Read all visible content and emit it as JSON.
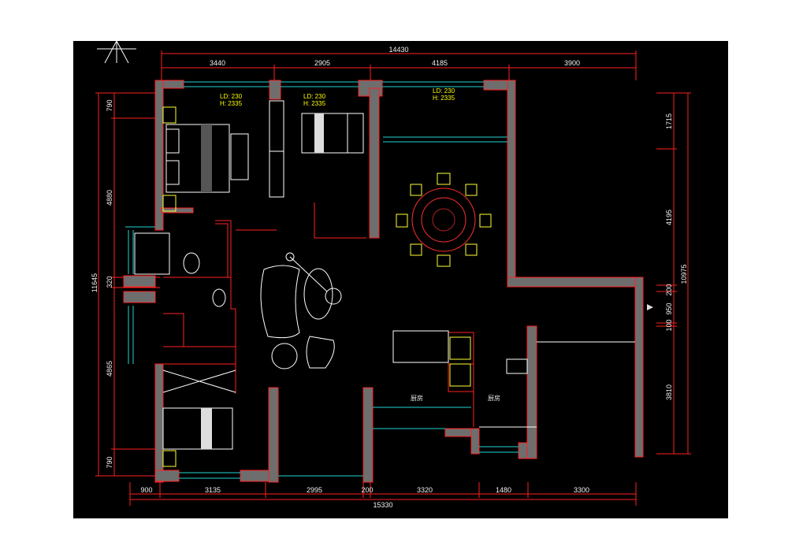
{
  "dimensions": {
    "top_total": "14430",
    "top_segments": [
      "3440",
      "2905",
      "4185",
      "3900"
    ],
    "bottom_total": "15330",
    "bottom_segments": [
      "900",
      "3135",
      "2995",
      "200",
      "3320",
      "1480",
      "3300"
    ],
    "left_total": "11645",
    "left_segments": [
      "790",
      "4880",
      "320",
      "4865",
      "790"
    ],
    "right_total": "10975",
    "right_segments": [
      "1715",
      "4195",
      "200",
      "950",
      "100",
      "3810"
    ]
  },
  "window_labels": [
    {
      "ld": "LD: 230",
      "h": "H: 2335"
    },
    {
      "ld": "LD: 230",
      "h": "H: 2335"
    },
    {
      "ld": "LD: 230",
      "h": "H: 2335"
    }
  ],
  "room_labels": [
    "厨房",
    "厨房"
  ],
  "colors": {
    "background": "#000000",
    "wall_fill": "#6e6e6e",
    "wall_outline": "#ff2020",
    "window": "#22d3d3",
    "annotation": "#ffff00",
    "dimension_text": "#f2f2f2"
  }
}
